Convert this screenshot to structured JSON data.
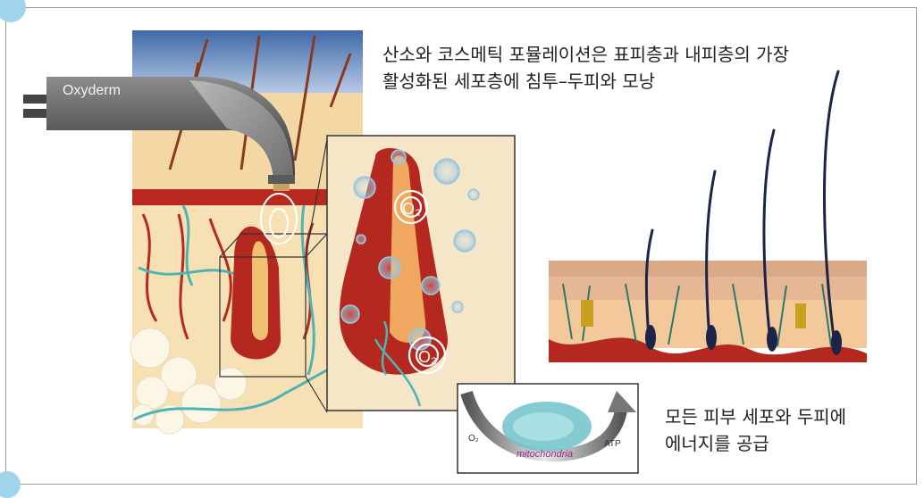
{
  "captions": {
    "top_line1": "산소와 코스메틱 포뮬레이션은 표피층과 내피층의 가장",
    "top_line2": "활성화된 세포층에 침투–두피와 모낭",
    "bottom_line1": "모든 피부 세포와 두피에",
    "bottom_line2": "에너지를 공급"
  },
  "device": {
    "brand": "Oxyderm"
  },
  "zoom": {
    "o2_label_1": "O₂",
    "o2_label_2": "O₂"
  },
  "inset": {
    "left_label": "O₂",
    "center_label": "mitochondria",
    "right_label": "ATP"
  },
  "colors": {
    "skin": "#f6d7a0",
    "follicle": "#b5281f",
    "vessel": "#4fb3b3",
    "sky": "#3f69a8"
  }
}
